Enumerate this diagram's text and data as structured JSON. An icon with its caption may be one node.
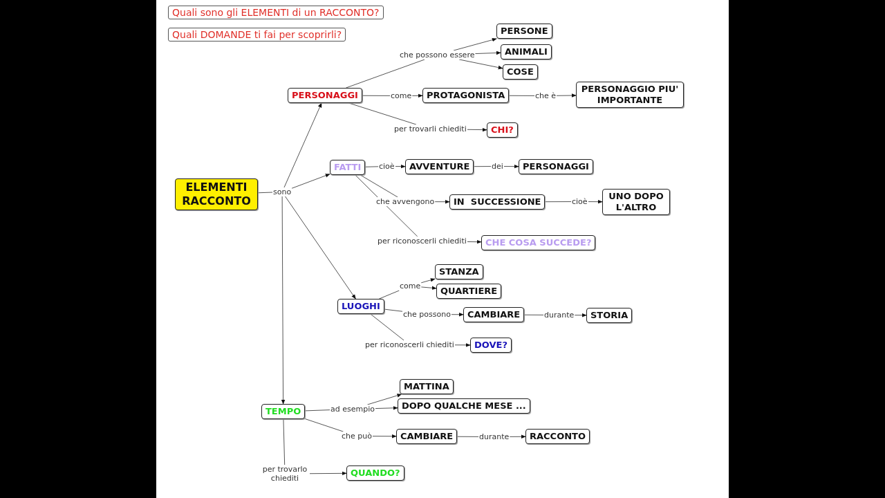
{
  "diagram": {
    "nodes": [
      {
        "text": [
          "Quali sono gli ELEMENTI di un RACCONTO?"
        ]
      },
      {
        "text": [
          "Quali DOMANDE ti fai per scoprirli?"
        ]
      },
      {
        "text": [
          "ELEMENTI RACCONTO"
        ]
      },
      {
        "text": [
          "sono"
        ]
      },
      {
        "text": [
          "PERSONAGGI"
        ]
      },
      {
        "text": [
          "che possono essere"
        ]
      },
      {
        "text": [
          "PERSONE"
        ]
      },
      {
        "text": [
          "ANIMALI"
        ]
      },
      {
        "text": [
          "COSE"
        ]
      },
      {
        "text": [
          "come"
        ]
      },
      {
        "text": [
          "PROTAGONISTA"
        ]
      },
      {
        "text": [
          "che è"
        ]
      },
      {
        "text": [
          "PERSONAGGIO PIU' IMPORTANTE"
        ]
      },
      {
        "text": [
          "per trovarli chiediti"
        ]
      },
      {
        "text": [
          "CHI?"
        ]
      },
      {
        "text": [
          "FATTI"
        ]
      },
      {
        "text": [
          "cioè"
        ]
      },
      {
        "text": [
          "AVVENTURE"
        ]
      },
      {
        "text": [
          "dei"
        ]
      },
      {
        "text": [
          "PERSONAGGI"
        ]
      },
      {
        "text": [
          "che avvengono"
        ]
      },
      {
        "text": [
          "IN  SUCCESSIONE"
        ]
      },
      {
        "text": [
          "cioè"
        ]
      },
      {
        "text": [
          "UNO DOPO L'ALTRO"
        ]
      },
      {
        "text": [
          "per riconoscerli chiediti"
        ]
      },
      {
        "text": [
          "CHE COSA SUCCEDE?"
        ]
      },
      {
        "text": [
          "LUOGHI"
        ]
      },
      {
        "text": [
          "come"
        ]
      },
      {
        "text": [
          "STANZA"
        ]
      },
      {
        "text": [
          "QUARTIERE"
        ]
      },
      {
        "text": [
          "che possono"
        ]
      },
      {
        "text": [
          "CAMBIARE"
        ]
      },
      {
        "text": [
          "durante"
        ]
      },
      {
        "text": [
          "STORIA"
        ]
      },
      {
        "text": [
          "per riconoscerli chiediti"
        ]
      },
      {
        "text": [
          "DOVE?"
        ]
      },
      {
        "text": [
          "TEMPO"
        ]
      },
      {
        "text": [
          "ad esempio"
        ]
      },
      {
        "text": [
          "MATTINA"
        ]
      },
      {
        "text": [
          "DOPO QUALCHE MESE ..."
        ]
      },
      {
        "text": [
          "che può"
        ]
      },
      {
        "text": [
          "CAMBIARE"
        ]
      },
      {
        "text": [
          "durante"
        ]
      },
      {
        "text": [
          "RACCONTO"
        ]
      },
      {
        "text": [
          "per trovarlo chiediti"
        ]
      },
      {
        "text": [
          "QUANDO?"
        ]
      }
    ],
    "edges": [
      {
        "from": 2,
        "to": 3,
        "arrow": "none"
      },
      {
        "from": 3,
        "to": 4,
        "arrow": "to"
      },
      {
        "from": 3,
        "to": 15,
        "arrow": "to"
      },
      {
        "from": 3,
        "to": 26,
        "arrow": "to"
      },
      {
        "from": 3,
        "to": 36,
        "arrow": "to"
      },
      {
        "from": 4,
        "to": 5,
        "arrow": "none"
      },
      {
        "from": 5,
        "to": 6,
        "arrow": "to"
      },
      {
        "from": 5,
        "to": 7,
        "arrow": "to"
      },
      {
        "from": 5,
        "to": 8,
        "arrow": "to"
      },
      {
        "from": 4,
        "to": 9,
        "arrow": "none"
      },
      {
        "from": 9,
        "to": 10,
        "arrow": "to"
      },
      {
        "from": 10,
        "to": 11,
        "arrow": "none"
      },
      {
        "from": 11,
        "to": 12,
        "arrow": "to"
      },
      {
        "from": 4,
        "to": 13,
        "arrow": "none"
      },
      {
        "from": 13,
        "to": 14,
        "arrow": "to"
      },
      {
        "from": 15,
        "to": 16,
        "arrow": "none"
      },
      {
        "from": 16,
        "to": 17,
        "arrow": "to"
      },
      {
        "from": 17,
        "to": 18,
        "arrow": "none"
      },
      {
        "from": 18,
        "to": 19,
        "arrow": "to"
      },
      {
        "from": 15,
        "to": 20,
        "arrow": "none"
      },
      {
        "from": 20,
        "to": 21,
        "arrow": "to"
      },
      {
        "from": 21,
        "to": 22,
        "arrow": "none"
      },
      {
        "from": 22,
        "to": 23,
        "arrow": "to"
      },
      {
        "from": 15,
        "to": 24,
        "arrow": "none"
      },
      {
        "from": 24,
        "to": 25,
        "arrow": "to"
      },
      {
        "from": 26,
        "to": 27,
        "arrow": "none"
      },
      {
        "from": 27,
        "to": 28,
        "arrow": "to"
      },
      {
        "from": 27,
        "to": 29,
        "arrow": "to"
      },
      {
        "from": 26,
        "to": 30,
        "arrow": "none"
      },
      {
        "from": 30,
        "to": 31,
        "arrow": "to"
      },
      {
        "from": 31,
        "to": 32,
        "arrow": "none"
      },
      {
        "from": 32,
        "to": 33,
        "arrow": "to"
      },
      {
        "from": 26,
        "to": 34,
        "arrow": "none"
      },
      {
        "from": 34,
        "to": 35,
        "arrow": "to"
      },
      {
        "from": 36,
        "to": 37,
        "arrow": "none"
      },
      {
        "from": 37,
        "to": 38,
        "arrow": "to"
      },
      {
        "from": 37,
        "to": 39,
        "arrow": "to"
      },
      {
        "from": 36,
        "to": 40,
        "arrow": "none"
      },
      {
        "from": 40,
        "to": 41,
        "arrow": "to"
      },
      {
        "from": 41,
        "to": 42,
        "arrow": "none"
      },
      {
        "from": 42,
        "to": 43,
        "arrow": "to"
      },
      {
        "from": 36,
        "to": 44,
        "arrow": "none"
      },
      {
        "from": 44,
        "to": 45,
        "arrow": "to"
      }
    ]
  }
}
